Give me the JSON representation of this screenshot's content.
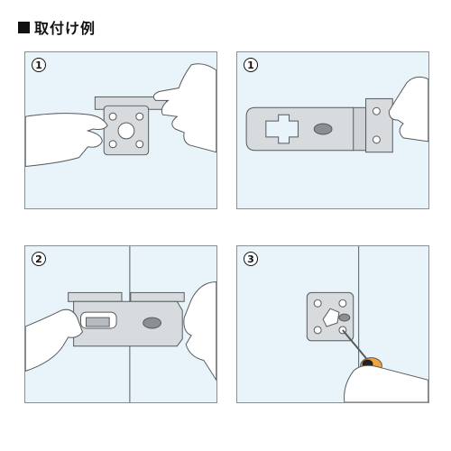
{
  "title": "取付け例",
  "panels": [
    {
      "step": "1"
    },
    {
      "step": "1"
    },
    {
      "step": "2"
    },
    {
      "step": "3"
    }
  ],
  "colors": {
    "panel_bg": "#e8f3fa",
    "metal": "#d7dbde",
    "outline": "#555a5e",
    "hand": "#ffffff",
    "screwdriver_handle": "#f4a23a"
  }
}
